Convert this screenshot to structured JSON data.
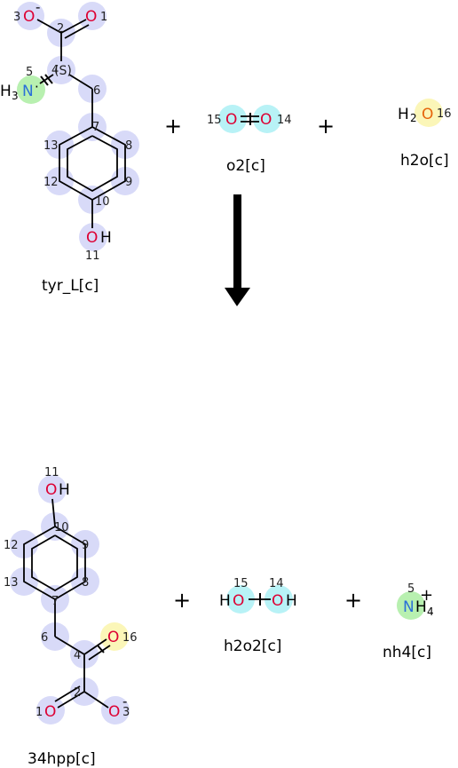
{
  "reaction": {
    "plus_sign": "+",
    "reactants": [
      {
        "id": "tyr_L[c]",
        "label": "tyr_L[c]"
      },
      {
        "id": "o2[c]",
        "label": "o2[c]"
      },
      {
        "id": "h2o[c]",
        "label": "h2o[c]"
      }
    ],
    "products": [
      {
        "id": "34hpp[c]",
        "label": "34hpp[c]"
      },
      {
        "id": "h2o2[c]",
        "label": "h2o2[c]"
      },
      {
        "id": "nh4[c]",
        "label": "nh4[c]"
      }
    ]
  },
  "atom_text": {
    "O": "O",
    "N": "N",
    "H": "H",
    "H3": "H",
    "sub3": "3",
    "sub2": "2",
    "sub4": "4",
    "minus": "-",
    "plus": "+",
    "stereo_S": "(S)",
    "radical": "·"
  },
  "atom_numbers": {
    "n1": "1",
    "n2": "2",
    "n3": "3",
    "n4": "4",
    "n5": "5",
    "n6": "6",
    "n7": "7",
    "n8": "8",
    "n9": "9",
    "n10": "10",
    "n11": "11",
    "n12": "12",
    "n13": "13",
    "n14": "14",
    "n15": "15",
    "n16": "16"
  },
  "colors": {
    "atom_highlight": "#d8daf8",
    "nitrogen_highlight": "#b8f0b0",
    "oxygen2_highlight": "#b8f2f6",
    "water_highlight": "#fbf6b8",
    "oxygen_text": "#dd0033",
    "water_oxygen_text": "#e6650b",
    "nitrogen_text": "#2a6fd8",
    "bond": "#000000"
  }
}
